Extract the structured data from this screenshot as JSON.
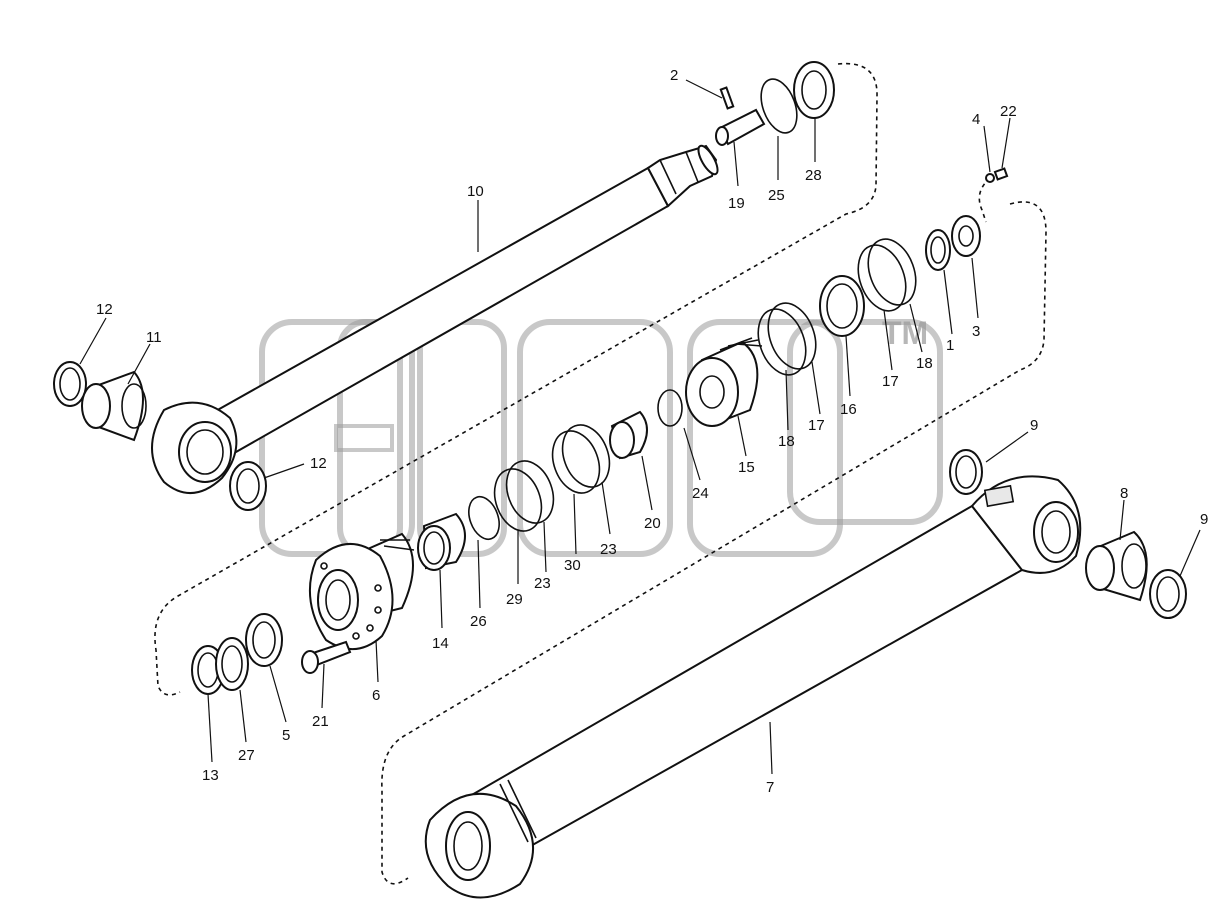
{
  "watermark": {
    "text": "alfa",
    "mark": "TM"
  },
  "corner_mark": "",
  "callouts": [
    {
      "id": "c2",
      "text": "2"
    },
    {
      "id": "c19",
      "text": "19"
    },
    {
      "id": "c25",
      "text": "25"
    },
    {
      "id": "c28",
      "text": "28"
    },
    {
      "id": "c10",
      "text": "10"
    },
    {
      "id": "c4",
      "text": "4"
    },
    {
      "id": "c22",
      "text": "22"
    },
    {
      "id": "c12a",
      "text": "12"
    },
    {
      "id": "c11",
      "text": "11"
    },
    {
      "id": "c12b",
      "text": "12"
    },
    {
      "id": "c3",
      "text": "3"
    },
    {
      "id": "c1",
      "text": "1"
    },
    {
      "id": "c18a",
      "text": "18"
    },
    {
      "id": "c17a",
      "text": "17"
    },
    {
      "id": "c16",
      "text": "16"
    },
    {
      "id": "c17b",
      "text": "17"
    },
    {
      "id": "c18b",
      "text": "18"
    },
    {
      "id": "c15",
      "text": "15"
    },
    {
      "id": "c24",
      "text": "24"
    },
    {
      "id": "c20",
      "text": "20"
    },
    {
      "id": "c23a",
      "text": "23"
    },
    {
      "id": "c30",
      "text": "30"
    },
    {
      "id": "c23b",
      "text": "23"
    },
    {
      "id": "c29",
      "text": "29"
    },
    {
      "id": "c26",
      "text": "26"
    },
    {
      "id": "c14",
      "text": "14"
    },
    {
      "id": "c6",
      "text": "6"
    },
    {
      "id": "c21",
      "text": "21"
    },
    {
      "id": "c5",
      "text": "5"
    },
    {
      "id": "c27",
      "text": "27"
    },
    {
      "id": "c13",
      "text": "13"
    },
    {
      "id": "c9a",
      "text": "9"
    },
    {
      "id": "c8",
      "text": "8"
    },
    {
      "id": "c9b",
      "text": "9"
    },
    {
      "id": "c7",
      "text": "7"
    }
  ]
}
